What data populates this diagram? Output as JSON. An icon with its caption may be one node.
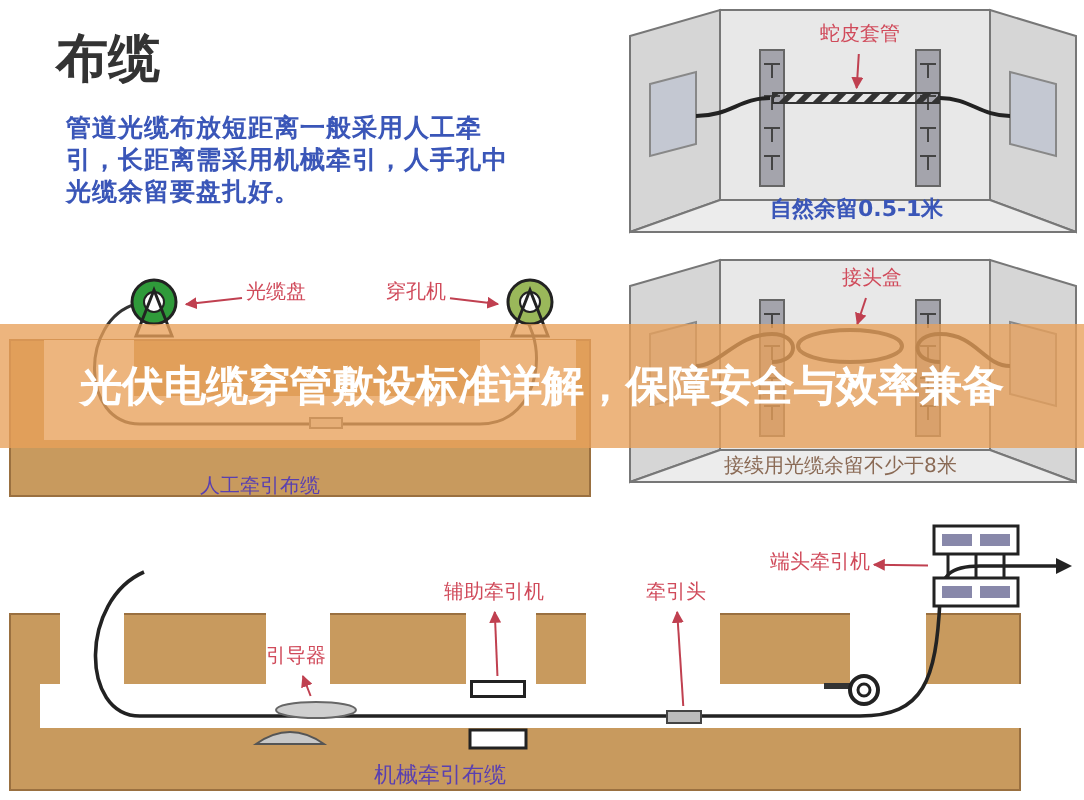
{
  "diagram": {
    "title": "光伏电缆穿管敷设标准详解，保障安全与效率兼备",
    "nodes": [
      {
        "text": [
          "蛇皮套管"
        ]
      },
      {
        "text": [],
        "shape": "bar"
      },
      {
        "text": [
          "接头盒"
        ]
      },
      {
        "text": [],
        "shape": "box"
      },
      {
        "text": [
          "光缆盘"
        ]
      },
      {
        "text": [],
        "shape": "circle"
      },
      {
        "text": [
          "穿孔机"
        ]
      },
      {
        "text": [],
        "shape": "circle"
      },
      {
        "text": [
          "引导器"
        ]
      },
      {
        "text": [],
        "shape": "ellipse"
      },
      {
        "text": [
          "辅助牵引机"
        ]
      },
      {
        "text": [],
        "shape": "box"
      },
      {
        "text": [
          "牵引头"
        ]
      },
      {
        "text": [],
        "shape": "box"
      },
      {
        "text": [
          "端头牵引机"
        ]
      },
      {
        "text": [],
        "shape": "box"
      }
    ],
    "edges": [
      {
        "from": 0,
        "to": 1,
        "arrow": "to"
      },
      {
        "from": 2,
        "to": 3,
        "arrow": "to"
      },
      {
        "from": 4,
        "to": 5,
        "arrow": "to"
      },
      {
        "from": 6,
        "to": 7,
        "arrow": "to"
      },
      {
        "from": 9,
        "to": 8,
        "arrow": "to"
      },
      {
        "from": 11,
        "to": 10,
        "arrow": "to"
      },
      {
        "from": 13,
        "to": 12,
        "arrow": "to"
      },
      {
        "from": 15,
        "to": 14,
        "arrow": "to"
      }
    ],
    "labels": [
      "布缆",
      "管道光缆布放短距离一般采用人工牵引，长距离需采用机械牵引，人手孔中光缆余留要盘扎好。",
      "自然余留0.5-1米",
      "接续用光缆余留不少于8米",
      "人工牵引布缆",
      "机械牵引布缆"
    ]
  }
}
